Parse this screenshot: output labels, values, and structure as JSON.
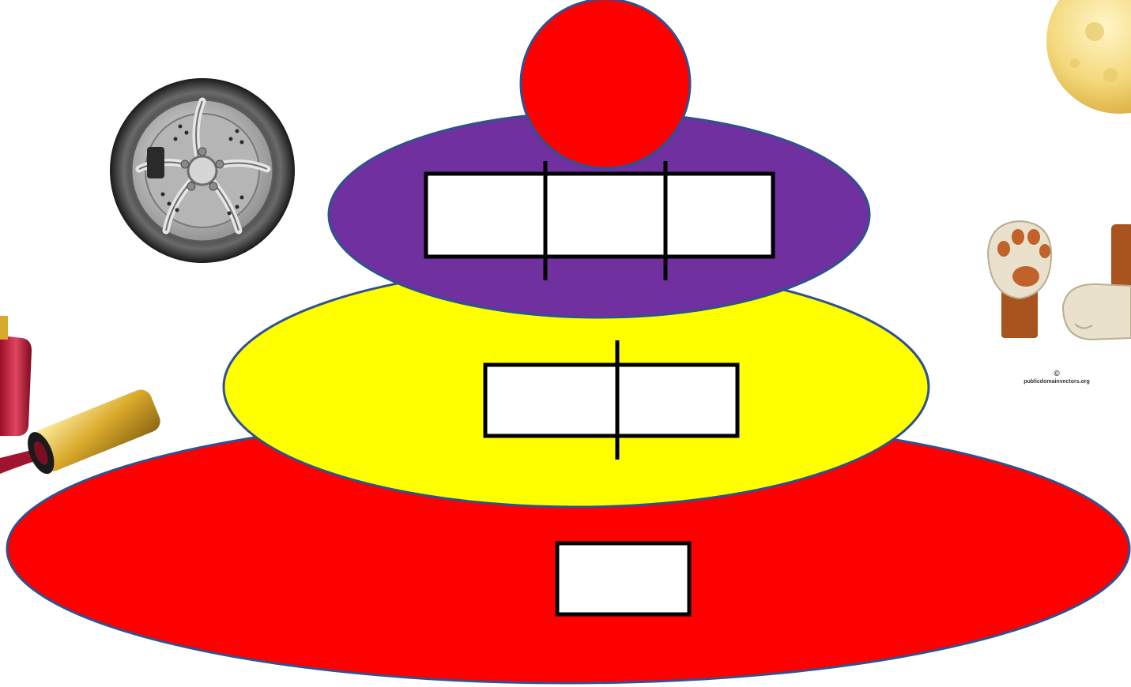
{
  "colors": {
    "background": "#ffffff",
    "bottom_tier": "#ff0000",
    "middle_tier": "#ffff00",
    "upper_tier": "#7030a0",
    "top_ball": "#ff0000",
    "tier_outline": "#2f528f",
    "answer_box_fill": "#ffffff",
    "answer_box_border": "#000000"
  },
  "tiers": [
    {
      "name": "top-ball",
      "color": "#ff0000"
    },
    {
      "name": "upper-tier",
      "color": "#7030a0",
      "answer_boxes": 3
    },
    {
      "name": "middle-tier",
      "color": "#ffff00",
      "answer_boxes": 2
    },
    {
      "name": "bottom-tier",
      "color": "#ff0000",
      "answer_boxes": 1
    }
  ],
  "decorations": {
    "wheel": "car-wheel-icon",
    "nail_polish": "nail-polish-icon",
    "moon": "moon-icon",
    "paws": "cat-paws-icon"
  },
  "watermark": {
    "symbol": "©",
    "text": "publicdomainvectors.org"
  }
}
